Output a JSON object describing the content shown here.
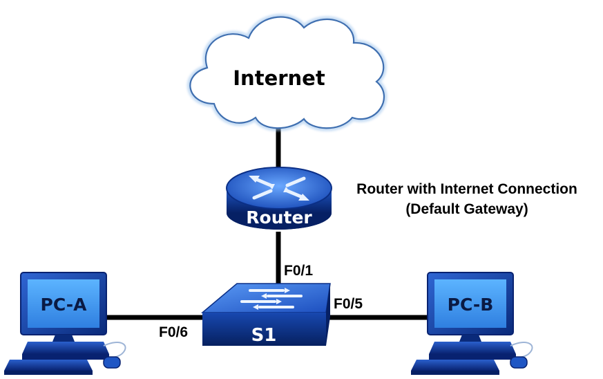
{
  "diagram": {
    "cloud_label": "Internet",
    "router_label": "Router",
    "router_caption_line1": "Router with Internet Connection",
    "router_caption_line2": "(Default Gateway)",
    "switch_label": "S1",
    "pc_a_label": "PC-A",
    "pc_b_label": "PC-B",
    "ports": {
      "router_to_switch": "F0/1",
      "switch_to_pc_b": "F0/5",
      "switch_to_pc_a": "F0/6"
    }
  },
  "colors": {
    "device_dark": "#0a2a7a",
    "device_mid": "#1f56c4",
    "device_light": "#4f8ff0",
    "screen": "#4aa3f0",
    "cloud_stroke": "#8fb8e6",
    "link": "#000000"
  },
  "icons": [
    "cloud-icon",
    "router-icon",
    "switch-icon",
    "pc-icon"
  ]
}
